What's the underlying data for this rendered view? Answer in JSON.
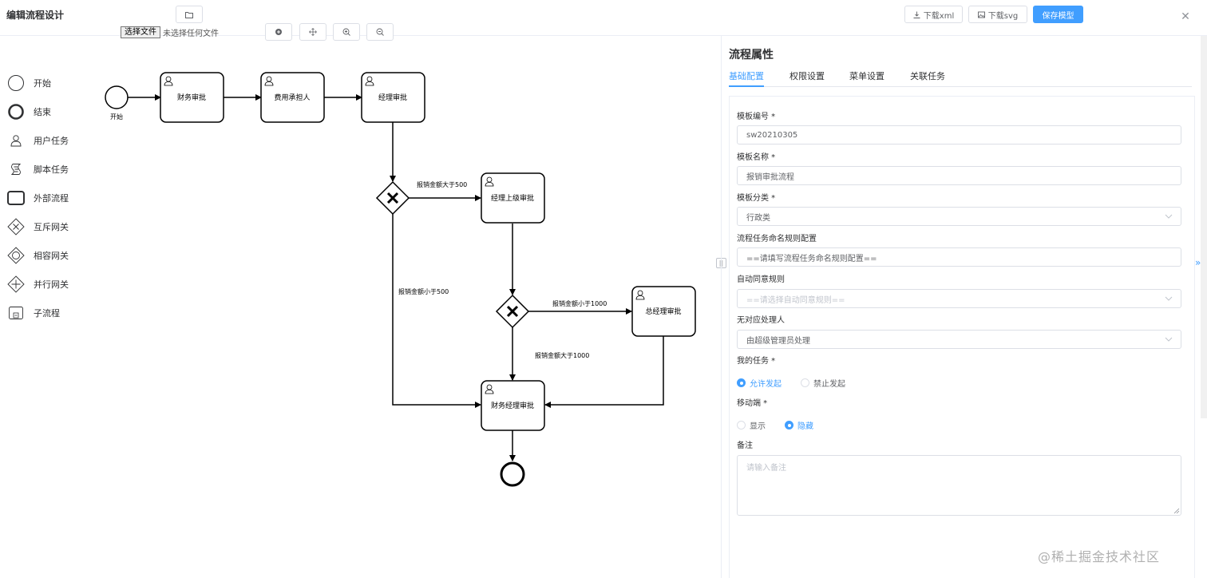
{
  "app": {
    "title": "编辑流程设计"
  },
  "toolbar": {
    "file_button": "选择文件",
    "file_status": "未选择任何文件",
    "download_xml": "下载xml",
    "download_svg": "下载svg",
    "save_model": "保存模型"
  },
  "palette": {
    "items": [
      {
        "label": "开始",
        "icon": "start-event-icon"
      },
      {
        "label": "结束",
        "icon": "end-event-icon"
      },
      {
        "label": "用户任务",
        "icon": "user-task-icon"
      },
      {
        "label": "脚本任务",
        "icon": "script-task-icon"
      },
      {
        "label": "外部流程",
        "icon": "external-process-icon"
      },
      {
        "label": "互斥网关",
        "icon": "exclusive-gateway-icon"
      },
      {
        "label": "相容网关",
        "icon": "inclusive-gateway-icon"
      },
      {
        "label": "并行网关",
        "icon": "parallel-gateway-icon"
      },
      {
        "label": "子流程",
        "icon": "subprocess-icon"
      }
    ]
  },
  "diagram": {
    "start_label": "开始",
    "tasks": {
      "finance_approval": "财务审批",
      "expense_handler": "费用承担人",
      "manager_approval": "经理审批",
      "senior_manager_approval": "经理上级审批",
      "gm_approval": "总经理审批",
      "finance_manager_approval": "财务经理审批"
    },
    "conditions": {
      "gt500": "报销金额大于500",
      "lt500": "报销金额小于500",
      "lt1000": "报销金额小于1000",
      "gt1000": "报销金额大于1000"
    }
  },
  "panel": {
    "title": "流程属性",
    "tabs": [
      "基础配置",
      "权限设置",
      "菜单设置",
      "关联任务"
    ],
    "active_tab": "基础配置",
    "fields": {
      "template_code_label": "模板编号 *",
      "template_code_value": "sw20210305",
      "template_name_label": "模板名称 *",
      "template_name_value": "报销审批流程",
      "template_category_label": "模板分类 *",
      "template_category_value": "行政类",
      "naming_rule_label": "流程任务命名规则配置",
      "naming_rule_value": "==请填写流程任务命名规则配置==",
      "auto_agree_label": "自动同意规则",
      "auto_agree_placeholder": "==请选择自动同意规则==",
      "no_handler_label": "无对应处理人",
      "no_handler_value": "由超级管理员处理",
      "my_task_label": "我的任务 *",
      "my_task_options": [
        "允许发起",
        "禁止发起"
      ],
      "mobile_label": "移动端 *",
      "mobile_options": [
        "显示",
        "隐藏"
      ],
      "remark_label": "备注",
      "remark_placeholder": "请输入备注"
    }
  },
  "watermark": "@稀土掘金技术社区",
  "colors": {
    "accent": "#409eff",
    "border": "#dcdfe6",
    "text": "#303133"
  }
}
